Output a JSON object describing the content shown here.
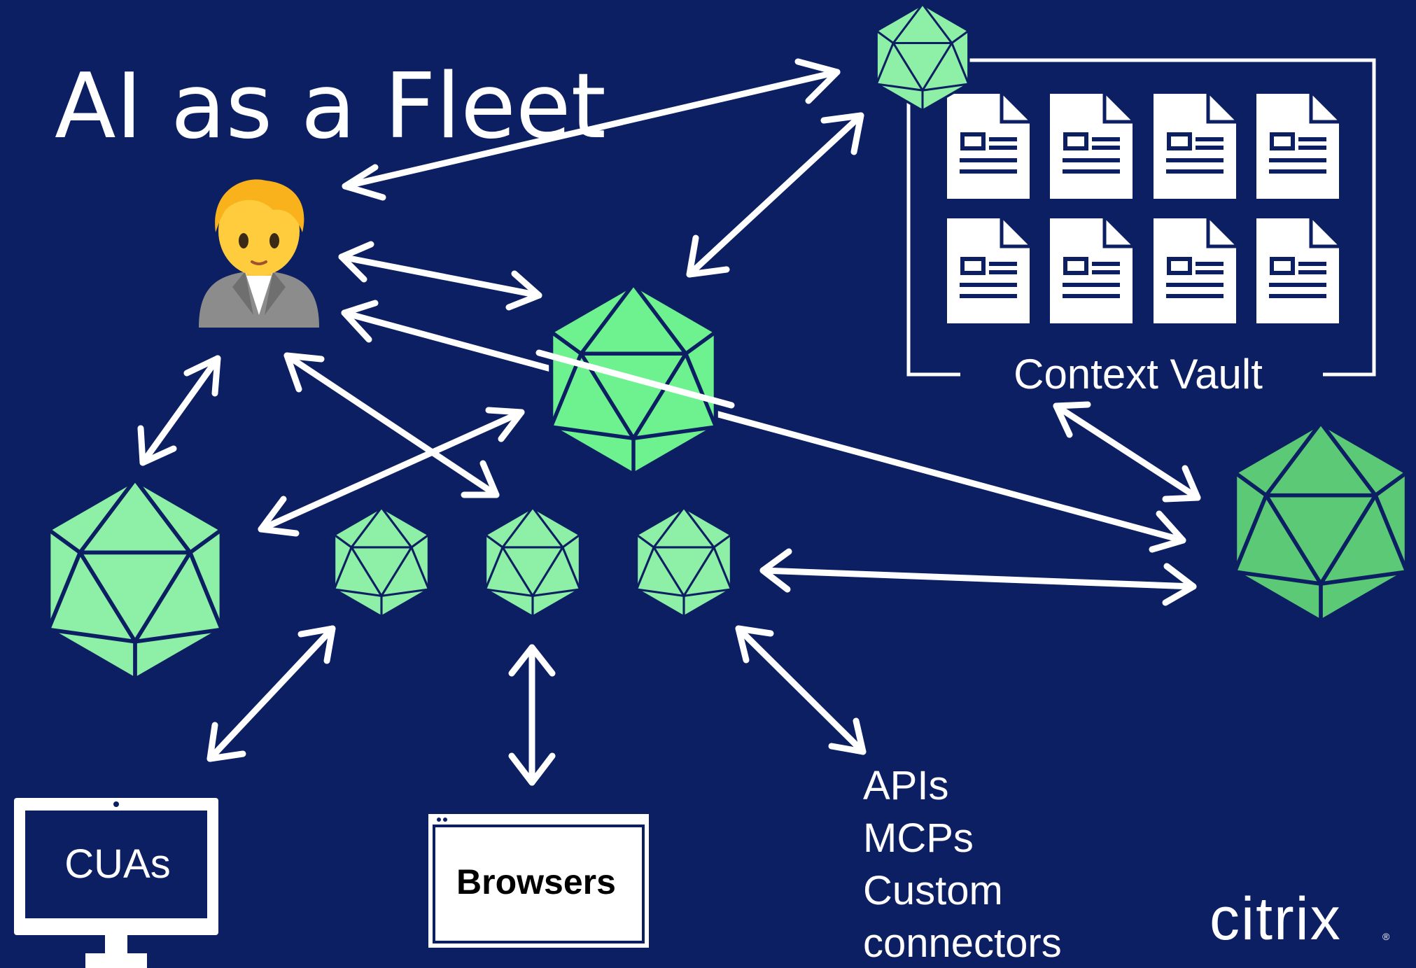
{
  "title": "AI as a Fleet",
  "context_vault": {
    "label": "Context Vault"
  },
  "endpoints": {
    "cuas": "CUAs",
    "browsers": "Browsers",
    "apis_lines": [
      "APIs",
      "MCPs",
      "Custom",
      "connectors"
    ]
  },
  "brand": {
    "logo_text": "citrix",
    "registered_mark": "®"
  },
  "colors": {
    "background": "#0d1f63",
    "agent_light": "#8ef0a7",
    "agent_bright": "#6ef28f",
    "agent_dark": "#5bc976",
    "arrow": "#ffffff",
    "outline": "#0d1f63"
  },
  "icons": {
    "person": "person-emoji-icon",
    "document": "document-icon",
    "monitor": "monitor-icon",
    "browser": "browser-window-icon",
    "agent": "icosahedron-icon"
  }
}
